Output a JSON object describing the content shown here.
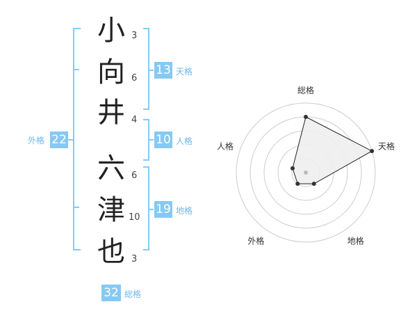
{
  "name": {
    "characters": [
      {
        "char": "小",
        "strokes": "3"
      },
      {
        "char": "向",
        "strokes": "6"
      },
      {
        "char": "井",
        "strokes": "4"
      },
      {
        "char": "六",
        "strokes": "6"
      },
      {
        "char": "津",
        "strokes": "10"
      },
      {
        "char": "也",
        "strokes": "3"
      }
    ]
  },
  "fortune": {
    "tenkaku": {
      "value": "13",
      "label": "天格"
    },
    "jinkaku": {
      "value": "10",
      "label": "人格"
    },
    "chikaku": {
      "value": "19",
      "label": "地格"
    },
    "gaikaku": {
      "value": "22",
      "label": "外格"
    },
    "soukaku": {
      "value": "32",
      "label": "総格"
    }
  },
  "colors": {
    "bracket": "#86c9f4",
    "badge": "#86c9f4",
    "label": "#6db8ea"
  },
  "chart_data": {
    "type": "radar",
    "axes": [
      "総格",
      "天格",
      "地格",
      "外格",
      "人格"
    ],
    "values": [
      4,
      5,
      1,
      1,
      1
    ],
    "max": 5
  }
}
